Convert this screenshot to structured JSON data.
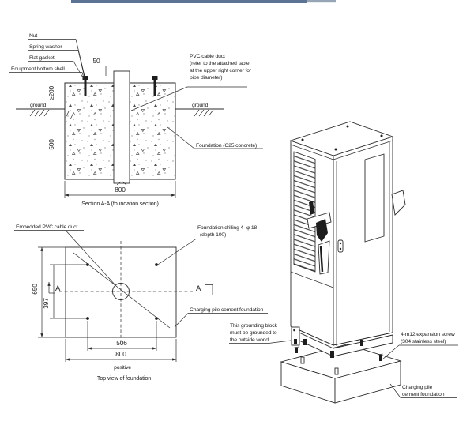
{
  "window": {
    "top_bar_color": "#5d7394",
    "top_bar_fade_color": "#98a5b6"
  },
  "section_view": {
    "caption": "Section A-A (foundation section)",
    "labels": {
      "nut": "Nut",
      "spring_washer": "Spring washer",
      "flat_gasket": "Flat gasket",
      "equipment_bottom_shell": "Equipment bottom shell",
      "pvc_duct_1": "PVC cable duct",
      "pvc_duct_2": "(refer to the attached table",
      "pvc_duct_3": "at the upper right corner for",
      "pvc_duct_4": "pipe diameter)",
      "ground_left": "ground",
      "ground_right": "ground",
      "foundation": "Foundation (C25 concrete)"
    },
    "dims": {
      "duct_protrusion": "50",
      "min_depth": "≥200",
      "depth": "500",
      "width": "800"
    }
  },
  "top_view": {
    "caption": "Top view of foundation",
    "subcaption": "positive",
    "section_marker": "A",
    "labels": {
      "embedded_duct": "Embedded PVC cable duct",
      "drilling_1": "Foundation drilling 4- φ 18",
      "drilling_2": "(depth 100)",
      "cement_foundation": "Charging pile cement foundation"
    },
    "dims": {
      "height": "650",
      "hole_span_v": "397",
      "hole_span_h": "506",
      "width": "800"
    }
  },
  "isometric_view": {
    "labels": {
      "grounding_1": "This grounding block",
      "grounding_2": "must be grounded to",
      "grounding_3": "the outside world",
      "screw_1": "4-m12 expansion screw",
      "screw_2": "(304 stainless steel)",
      "cement_1": "Charging pile",
      "cement_2": "cement foundation"
    }
  }
}
